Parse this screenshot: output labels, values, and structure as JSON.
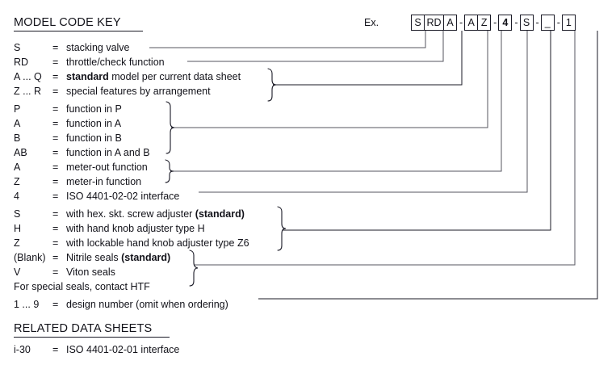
{
  "document": {
    "sections": [
      {
        "id": "model-code-key",
        "title": "MODEL CODE KEY"
      },
      {
        "id": "related-data-sheets",
        "title": "RELATED DATA SHEETS"
      }
    ]
  },
  "example": {
    "label": "Ex.",
    "separator": "-",
    "boxes": [
      {
        "text": "S",
        "bold": false,
        "wide": false
      },
      {
        "text": "RD",
        "bold": false,
        "wide": true
      },
      {
        "text": "A",
        "bold": false,
        "wide": false
      },
      {
        "text": "A",
        "bold": false,
        "wide": false
      },
      {
        "text": "Z",
        "bold": false,
        "wide": false
      },
      {
        "text": "4",
        "bold": true,
        "wide": false
      },
      {
        "text": "S",
        "bold": false,
        "wide": false
      },
      {
        "text": "_",
        "bold": false,
        "wide": false
      },
      {
        "text": "1",
        "bold": false,
        "wide": false
      }
    ],
    "groups": [
      [
        0,
        1,
        2
      ],
      [
        3,
        4
      ],
      [
        5
      ],
      [
        6
      ],
      [
        7
      ],
      [
        8
      ]
    ]
  },
  "key_rows": [
    {
      "code": "S",
      "eq": "=",
      "desc_plain": "stacking valve",
      "desc_pre": "",
      "desc_bold": "",
      "desc_post": "stacking valve"
    },
    {
      "code": "RD",
      "eq": "=",
      "desc_plain": "throttle/check function",
      "desc_pre": "",
      "desc_bold": "",
      "desc_post": "throttle/check function"
    },
    {
      "code": "A ... Q",
      "eq": "=",
      "desc_plain": "standard model per current data sheet",
      "desc_pre": "",
      "desc_bold": "standard",
      "desc_post": " model per current data sheet"
    },
    {
      "code": "Z ... R",
      "eq": "=",
      "desc_plain": "special features by arrangement",
      "desc_pre": "",
      "desc_bold": "",
      "desc_post": "special features by arrangement"
    },
    {
      "code": "P",
      "eq": "=",
      "desc_plain": "function in P",
      "desc_pre": "",
      "desc_bold": "",
      "desc_post": "function in P"
    },
    {
      "code": "A",
      "eq": "=",
      "desc_plain": "function in A",
      "desc_pre": "",
      "desc_bold": "",
      "desc_post": "function in A"
    },
    {
      "code": "B",
      "eq": "=",
      "desc_plain": "function in B",
      "desc_pre": "",
      "desc_bold": "",
      "desc_post": "function in B"
    },
    {
      "code": "AB",
      "eq": "=",
      "desc_plain": "function in A and B",
      "desc_pre": "",
      "desc_bold": "",
      "desc_post": "function in A and B"
    },
    {
      "code": "A",
      "eq": "=",
      "desc_plain": "meter-out function",
      "desc_pre": "",
      "desc_bold": "",
      "desc_post": "meter-out function"
    },
    {
      "code": "Z",
      "eq": "=",
      "desc_plain": "meter-in function",
      "desc_pre": "",
      "desc_bold": "",
      "desc_post": "meter-in function"
    },
    {
      "code": "4",
      "eq": "=",
      "desc_plain": "ISO 4401-02-02 interface",
      "desc_pre": "",
      "desc_bold": "",
      "desc_post": "ISO 4401-02-02 interface"
    },
    {
      "code": "S",
      "eq": "=",
      "desc_plain": "with hex. skt. screw adjuster (standard)",
      "desc_pre": "with hex. skt. screw adjuster ",
      "desc_bold": "(standard)",
      "desc_post": ""
    },
    {
      "code": "H",
      "eq": "=",
      "desc_plain": "with hand knob adjuster type H",
      "desc_pre": "",
      "desc_bold": "",
      "desc_post": "with hand knob adjuster type H"
    },
    {
      "code": "Z",
      "eq": "=",
      "desc_plain": "with lockable hand knob adjuster type Z6",
      "desc_pre": "",
      "desc_bold": "",
      "desc_post": "with lockable hand knob adjuster type Z6"
    },
    {
      "code": "(Blank)",
      "eq": "=",
      "desc_plain": "Nitrile seals (standard)",
      "desc_pre": "Nitrile seals ",
      "desc_bold": "(standard)",
      "desc_post": ""
    },
    {
      "code": "V",
      "eq": "=",
      "desc_plain": "Viton seals",
      "desc_pre": "",
      "desc_bold": "",
      "desc_post": "Viton seals"
    },
    {
      "code": "",
      "eq": "",
      "desc_plain": "For special seals, contact HTF",
      "desc_pre": "",
      "desc_bold": "",
      "desc_post": "",
      "full_text": "For special seals, contact HTF"
    },
    {
      "code": "1 ... 9",
      "eq": "=",
      "desc_plain": "design number (omit when ordering)",
      "desc_pre": "",
      "desc_bold": "",
      "desc_post": "design number (omit when ordering)"
    }
  ],
  "related_rows": [
    {
      "code": "i-30",
      "eq": "=",
      "desc": "ISO 4401-02-01 interface"
    }
  ],
  "colors": {
    "text": "#121219",
    "line": "#1a1a26",
    "background": "#ffffff"
  }
}
